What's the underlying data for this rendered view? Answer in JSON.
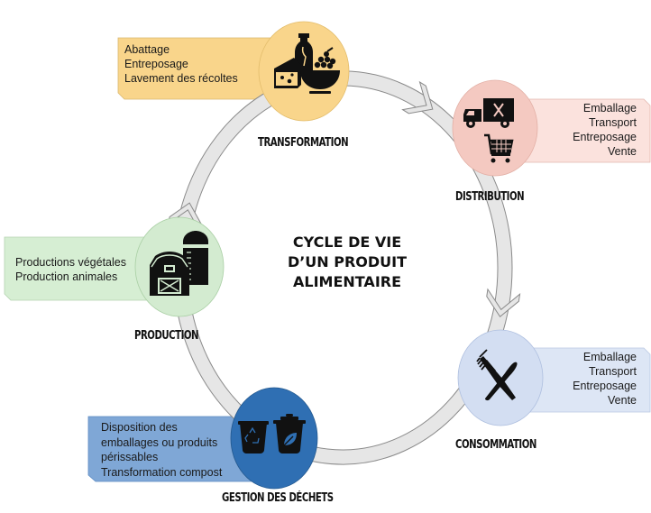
{
  "title": {
    "lines": [
      "CYCLE DE VIE",
      "D’UN PRODUIT",
      "ALIMENTAIRE"
    ]
  },
  "stages": [
    {
      "id": "transformation",
      "label": "TRANSFORMATION",
      "icon": "food-products-icon",
      "color": "#f9d58b",
      "box_color": "#f9d58b",
      "details": [
        "Abattage",
        "Entreposage",
        "Lavement des récoltes"
      ]
    },
    {
      "id": "distribution",
      "label": "DISTRIBUTION",
      "icon": "delivery-truck-and-cart-icon",
      "color": "#f4c9c1",
      "box_color": "#fbe2dd",
      "details": [
        "Emballage",
        "Transport",
        "Entreposage",
        "Vente"
      ]
    },
    {
      "id": "consommation",
      "label": "CONSOMMATION",
      "icon": "fork-and-knife-icon",
      "color": "#d3def2",
      "box_color": "#dde6f5",
      "details": [
        "Emballage",
        "Transport",
        "Entreposage",
        "Vente"
      ]
    },
    {
      "id": "gestion",
      "label": "GESTION DES DÉCHETS",
      "icon": "recycling-and-compost-bins-icon",
      "color": "#2f6fb3",
      "box_color": "#7fa7d6",
      "details": [
        "Disposition des",
        "emballages ou produits",
        "périssables",
        "Transformation compost"
      ]
    },
    {
      "id": "production",
      "label": "PRODUCTION",
      "icon": "barn-and-silo-icon",
      "color": "#d3ebd0",
      "box_color": "#d6eed3",
      "details": [
        "Productions végétales",
        "Production animales"
      ]
    }
  ],
  "ring": {
    "fill": "#e6e6e6",
    "stroke": "#8a8a8a",
    "direction": "clockwise"
  }
}
